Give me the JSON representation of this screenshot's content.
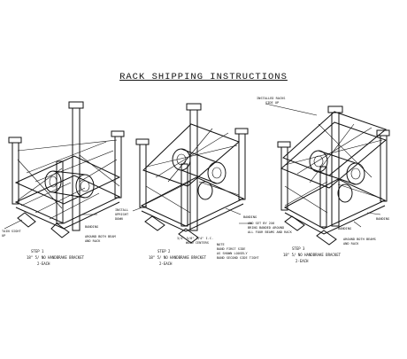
{
  "title": "RACK SHIPPING INSTRUCTIONS",
  "steps": [
    {
      "callouts": [
        "TAIN SIGHT",
        "UP",
        "BANDING",
        "AROUND BOTH BEAM",
        "AND RACK"
      ],
      "step_label": "STEP 1",
      "caption": "18\" 5/ NO HANDBRAKE BRACKET",
      "qty": "2-EACH"
    },
    {
      "callouts": [
        "INSTALL",
        "UPRIGHT",
        "DOWN",
        "BANDING",
        "3/4\" 5/8\" 1/4\" I.C.",
        "WOOD CENTERS",
        "AND SET BY 2X6",
        "BRING BANDED AROUND",
        "ALL FOUR BEAMS AND RACK",
        "NOTE",
        "BAND FIRST SIDE",
        "AS SHOWN LOOSELY",
        "BAND SECOND SIDE TIGHT"
      ],
      "step_label": "STEP 2",
      "caption": "18\" 5/ NO HANDBRAKE BRACKET",
      "qty": "2-EACH"
    },
    {
      "callouts": [
        "INSTALLED RACKS",
        "SIDE UP",
        "BANDING",
        "BANDING",
        "AROUND BOTH BEAMS",
        "AND RACK"
      ],
      "step_label": "STEP 3",
      "caption": "18\" 5/ NO HANDBRAKE BRACKET",
      "qty": "2-EACH"
    }
  ]
}
